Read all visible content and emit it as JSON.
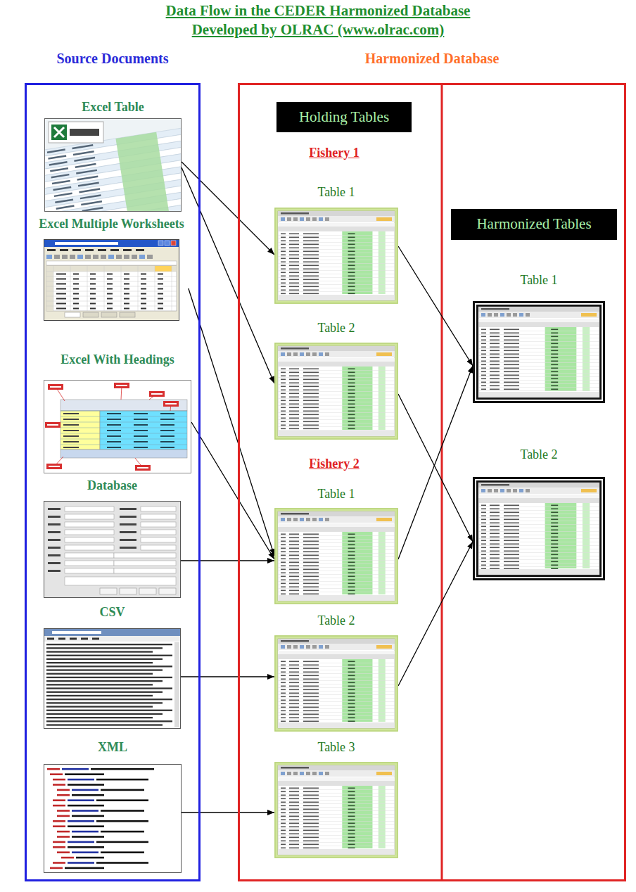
{
  "diagram": {
    "title": "Data Flow in the CEDER Harmonized Database",
    "nodes": [
      {
        "text": [
          "Source Documents"
        ]
      },
      {
        "text": [
          "Harmonized Database"
        ]
      },
      {
        "text": [
          "Holding Tables"
        ],
        "in": 1
      },
      {
        "text": [
          "Harmonized Tables"
        ],
        "in": 1
      },
      {
        "text": [
          "Excel Table"
        ],
        "in": 0
      },
      {
        "text": [
          "Excel Multiple Worksheets"
        ],
        "in": 0
      },
      {
        "text": [
          "Excel With Headings"
        ],
        "in": 0
      },
      {
        "text": [
          "Database"
        ],
        "in": 0
      },
      {
        "text": [
          "CSV"
        ],
        "in": 0
      },
      {
        "text": [
          "XML"
        ],
        "in": 0
      },
      {
        "text": [
          "Table 1"
        ],
        "in": 1
      },
      {
        "text": [
          "Table 2"
        ],
        "in": 1
      },
      {
        "text": [
          "Table 1"
        ],
        "in": 1
      },
      {
        "text": [
          "Table 2"
        ],
        "in": 1
      },
      {
        "text": [
          "Table 3"
        ],
        "in": 1
      },
      {
        "text": [
          "Table 1"
        ],
        "in": 1
      },
      {
        "text": [
          "Table 2"
        ],
        "in": 1
      }
    ],
    "edges": [
      {
        "from": 4,
        "to": 10,
        "arrow": "to"
      },
      {
        "from": 4,
        "to": 11,
        "arrow": "to"
      },
      {
        "from": 5,
        "to": 12,
        "arrow": "to"
      },
      {
        "from": 6,
        "to": 12,
        "arrow": "to"
      },
      {
        "from": 7,
        "to": 12,
        "arrow": "to"
      },
      {
        "from": 8,
        "to": 13,
        "arrow": "to"
      },
      {
        "from": 9,
        "to": 14,
        "arrow": "to"
      },
      {
        "from": 10,
        "to": 15,
        "arrow": "to"
      },
      {
        "from": 11,
        "to": 16,
        "arrow": "to"
      },
      {
        "from": 12,
        "to": 15,
        "arrow": "to"
      },
      {
        "from": 13,
        "to": 16,
        "arrow": "to"
      }
    ],
    "labels": [
      "Developed by OLRAC (www.olrac.com)",
      "Fishery 1",
      "Fishery 2"
    ]
  }
}
